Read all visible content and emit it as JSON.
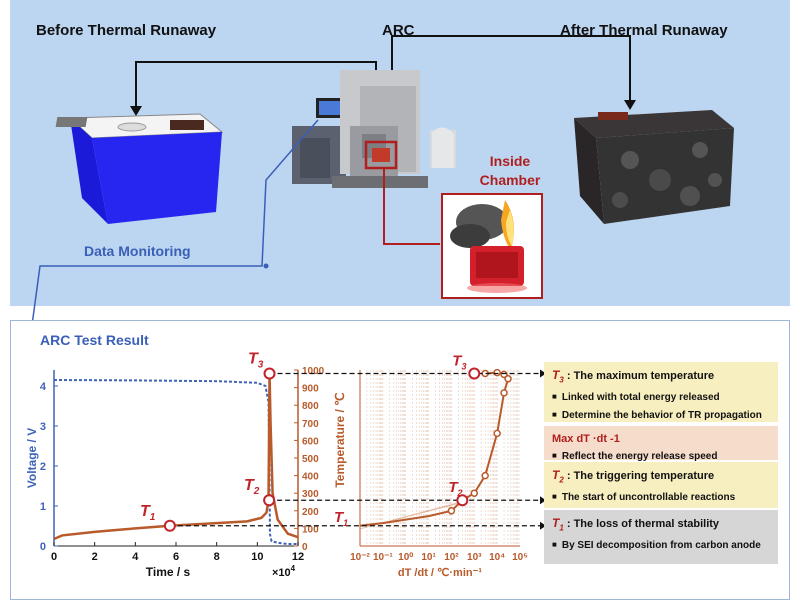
{
  "top": {
    "before_label": "Before Thermal Runaway",
    "arc_label": "ARC",
    "after_label": "After Thermal Runaway",
    "inside_chamber_label": "Inside\nChamber",
    "data_monitoring_label": "Data Monitoring"
  },
  "bottom": {
    "title": "ARC Test Result",
    "points": {
      "t1": "T",
      "t1_sub": "1",
      "t2": "T",
      "t2_sub": "2",
      "t3": "T",
      "t3_sub": "3"
    }
  },
  "notes": [
    {
      "title_symbol": "T",
      "title_sub": "3",
      "title": " : The maximum temperature",
      "bullets": [
        "Linked with total energy released",
        "Determine the behavior of TR propagation"
      ],
      "bg": "#f7efc0"
    },
    {
      "title": "Max dT ·dt -1",
      "bullets": [
        "Reflect the energy release speed"
      ],
      "bg": "#f6dccb"
    },
    {
      "title_symbol": "T",
      "title_sub": "2",
      "title": " : The triggering temperature",
      "bullets": [
        "The start of uncontrollable reactions"
      ],
      "bg": "#f7efc0"
    },
    {
      "title_symbol": "T",
      "title_sub": "1",
      "title": " : The loss of thermal stability",
      "bullets": [
        "By SEI decomposition from carbon anode"
      ],
      "bg": "#d6d6d6"
    }
  ],
  "chart_data": [
    {
      "type": "line",
      "xlabel": "Time / s",
      "x_multiplier_label": "×10",
      "x_multiplier_exp": "4",
      "ylabel_left": "Voltage / V",
      "ylabel_right": "Temperature / ℃",
      "xlim": [
        0,
        12
      ],
      "ylim_left": [
        0,
        4.4
      ],
      "ylim_right": [
        0,
        1000
      ],
      "x_ticks": [
        "0",
        "2",
        "4",
        "6",
        "8",
        "10",
        "12"
      ],
      "y_left_ticks": [
        "0",
        "1",
        "2",
        "3",
        "4"
      ],
      "y_right_ticks": [
        "0",
        "100",
        "200",
        "300",
        "400",
        "500",
        "600",
        "700",
        "800",
        "900",
        "1000"
      ],
      "series": [
        {
          "axis": "left",
          "color": "#3f63b8",
          "x": [
            0,
            4,
            8,
            10,
            10.4,
            10.55,
            10.6,
            10.62,
            10.7,
            11,
            11.5,
            12
          ],
          "y": [
            4.15,
            4.14,
            4.12,
            4.08,
            4.0,
            3.6,
            1.5,
            0.3,
            0.12,
            0.08,
            0.05,
            0.05
          ]
        },
        {
          "axis": "right",
          "color": "#b85a2a",
          "x": [
            0,
            0.4,
            2,
            4,
            5.7,
            8,
            9.5,
            10.2,
            10.45,
            10.55,
            10.6,
            10.65,
            10.75,
            11,
            11.5,
            12
          ],
          "y": [
            40,
            60,
            80,
            100,
            115,
            130,
            140,
            160,
            190,
            260,
            980,
            700,
            300,
            150,
            70,
            50
          ]
        }
      ]
    },
    {
      "type": "line",
      "xlabel": "dT /dt / ℃·min⁻¹",
      "x_scale": "log",
      "xlim_exp": [
        -2,
        5
      ],
      "x_ticks": [
        "10⁻²",
        "10⁻¹",
        "10⁰",
        "10¹",
        "10²",
        "10³",
        "10⁴",
        "10⁵"
      ],
      "ylim": [
        0,
        1000
      ],
      "series": [
        {
          "color": "#b85a2a",
          "x": [
            0.01,
            0.02,
            0.1,
            1,
            10,
            100,
            300,
            1000,
            3000,
            10000,
            20000,
            30000,
            20000,
            10000,
            3000
          ],
          "y": [
            115,
            120,
            130,
            150,
            170,
            200,
            260,
            300,
            400,
            640,
            870,
            950,
            975,
            985,
            980
          ]
        }
      ]
    }
  ]
}
